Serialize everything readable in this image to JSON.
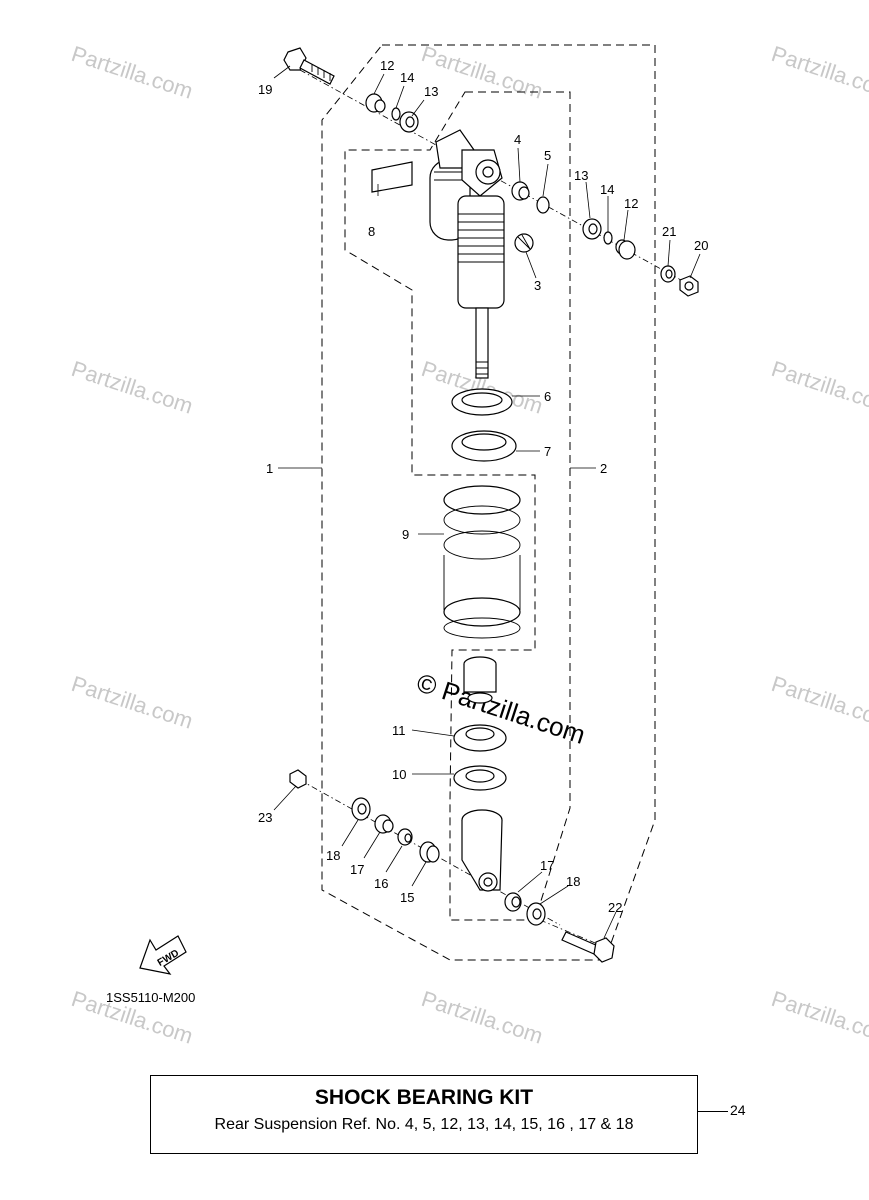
{
  "diagram": {
    "drawing_code": "1SS5110-M200",
    "fwd_label": "FWD",
    "watermark": "Partzilla.com",
    "watermark_center": "© Partzilla.com",
    "callouts": {
      "c1": "1",
      "c2": "2",
      "c3": "3",
      "c4": "4",
      "c5": "5",
      "c6": "6",
      "c7": "7",
      "c8": "8",
      "c9": "9",
      "c10": "10",
      "c11": "11",
      "c12a": "12",
      "c12b": "12",
      "c13a": "13",
      "c13b": "13",
      "c14a": "14",
      "c14b": "14",
      "c15": "15",
      "c16": "16",
      "c17a": "17",
      "c17b": "17",
      "c18a": "18",
      "c18b": "18",
      "c19": "19",
      "c20": "20",
      "c21": "21",
      "c22": "22",
      "c23": "23",
      "c24": "24"
    }
  },
  "kit": {
    "title": "SHOCK BEARING KIT",
    "description": "Rear Suspension Ref. No. 4, 5, 12, 13, 14, 15, 16 , 17 & 18"
  }
}
